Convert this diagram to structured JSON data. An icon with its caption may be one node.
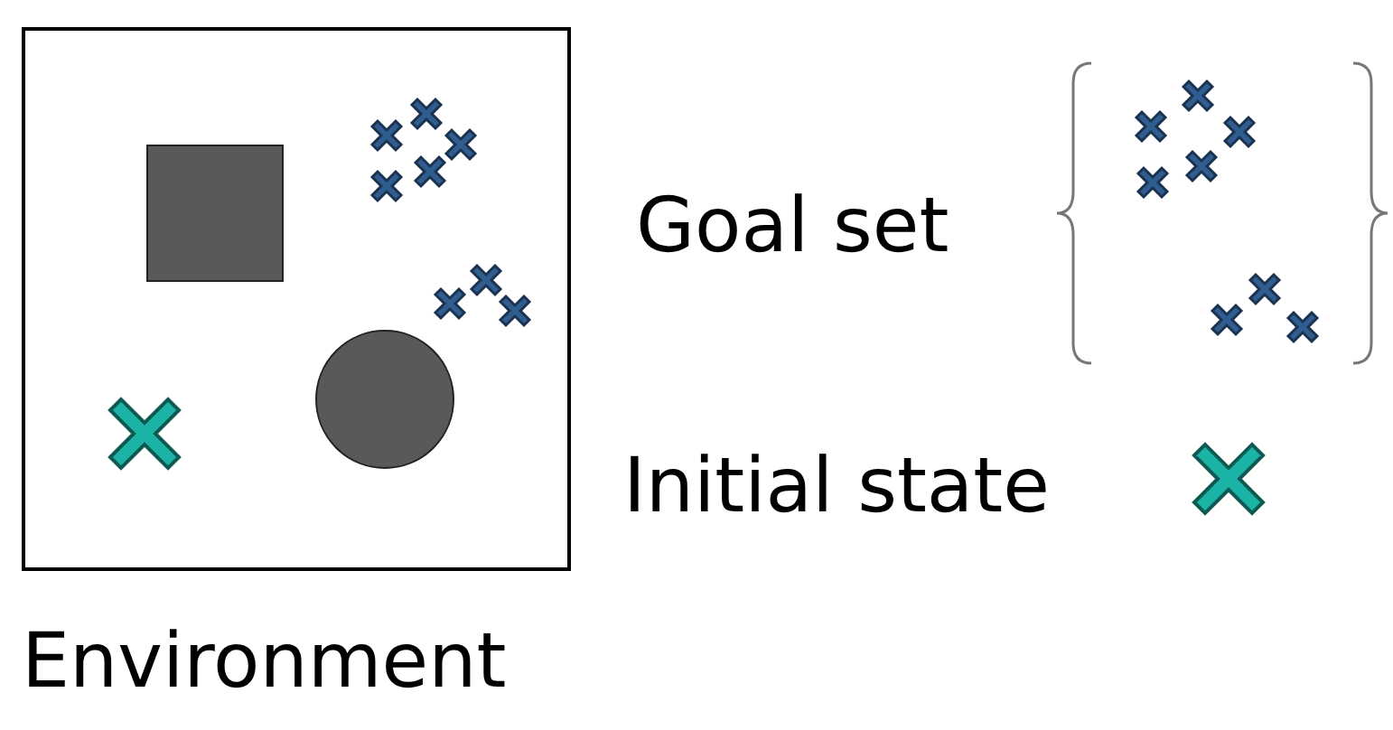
{
  "diagram": {
    "nodes": [
      {
        "text": [
          "Environment"
        ]
      },
      {
        "text": [],
        "shape": "box",
        "in": 0
      },
      {
        "text": [],
        "shape": "circle",
        "in": 0
      }
    ],
    "legend": [
      {
        "text": "Goal set"
      },
      {
        "text": "Initial state"
      }
    ]
  }
}
